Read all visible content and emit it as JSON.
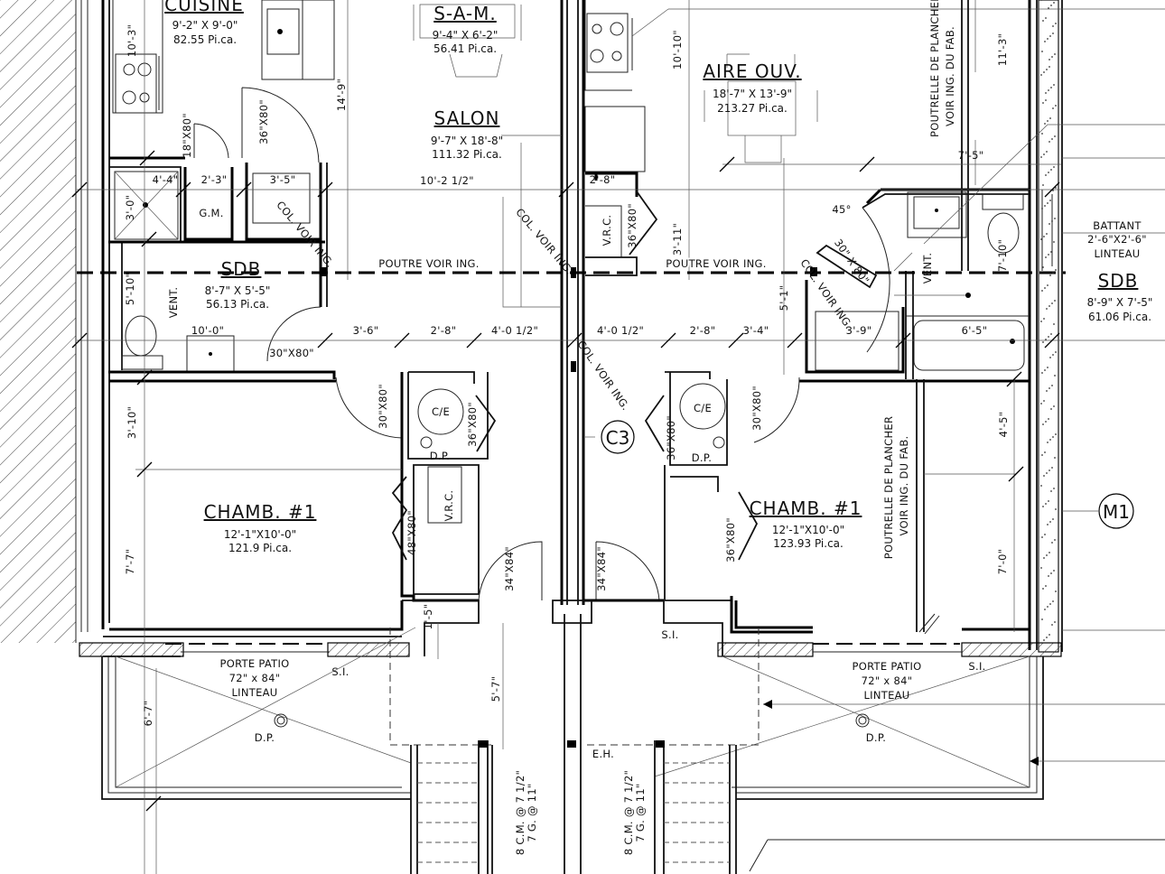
{
  "left_unit": {
    "kitchen": {
      "name": "CUISINE",
      "dims": "9'-2\" X 9'-0\"",
      "area": "82.55 Pi.ca."
    },
    "dining": {
      "name": "S-A-M.",
      "dims": "9'-4\" X 6'-2\"",
      "area": "56.41 Pi.ca."
    },
    "living": {
      "name": "SALON",
      "dims": "9'-7\" X 18'-8\"",
      "area": "111.32 Pi.ca."
    },
    "bathroom": {
      "name": "SDB",
      "dims": "8'-7\" X 5'-5\"",
      "area": "56.13 Pi.ca."
    },
    "bedroom": {
      "name": "CHAMB. #1",
      "dims": "12'-1\"X10'-0\"",
      "area": "121.9 Pi.ca."
    },
    "labels": {
      "gm": "G.M.",
      "ce": "C/E",
      "dp_closet": "D.P.",
      "vrc": "V.R.C.",
      "vent": "VENT.",
      "col1": "COL. VOIR ING.",
      "col2": "COL. VOIR ING.",
      "beam": "POUTRE VOIR ING.",
      "patio_door": "PORTE PATIO",
      "patio_size": "72\" x 84\"",
      "lintel": "LINTEAU",
      "si": "S.I.",
      "dp_deck": "D.P.",
      "stairs_1": "8 C.M. @ 7 1/2\"",
      "stairs_2": "7 G. @ 11\""
    },
    "dimensions": {
      "d10_3": "10'-3\"",
      "d18x80": "18\"X80\"",
      "d36x80_a": "36\"X80\"",
      "d14_9": "14'-9\"",
      "d10_2": "10'-2 1/2\"",
      "d4_4": "4'-4\"",
      "d2_3": "2'-3\"",
      "d3_5": "3'-5\"",
      "d3_0": "3'-0\"",
      "d5_10": "5'-10\"",
      "d10_0": "10'-0\"",
      "d30x80_a": "30\"X80\"",
      "d3_6": "3'-6\"",
      "d2_8": "2'-8\"",
      "d4_0": "4'-0 1/2\"",
      "d30x80_b": "30\"X80\"",
      "d36x80_b": "36\"X80\"",
      "d48x80": "48\"X80\"",
      "d34x84": "34\"X84\"",
      "d3_10": "3'-10\"",
      "d7_7": "7'-7\"",
      "d1_5": "1'-5\"",
      "d5_7": "5'-7\"",
      "d6_7": "6'-7\""
    }
  },
  "right_unit": {
    "open_area": {
      "name": "AIRE OUV.",
      "dims": "18'-7\" X 13'-9\"",
      "area": "213.27 Pi.ca."
    },
    "bathroom": {
      "name": "SDB",
      "dims": "8'-9\" X 7'-5\"",
      "area": "61.06 Pi.ca."
    },
    "bedroom": {
      "name": "CHAMB. #1",
      "dims": "12'-1\"X10'-0\"",
      "area": "123.93 Pi.ca."
    },
    "labels": {
      "joist_top_1": "POUTRELLE DE PLANCHER",
      "joist_top_2": "VOIR ING. DU FAB.",
      "joist_1": "POUTRELLE DE PLANCHER",
      "joist_2": "VOIR ING. DU FAB.",
      "vrc": "V.R.C.",
      "beam": "POUTRE VOIR ING.",
      "vent": "VENT.",
      "col1": "COL. VOIR ING.",
      "col2": "COL. VOIR ING.",
      "window_1": "BATTANT",
      "window_2": "2'-6\"X2'-6\"",
      "window_3": "LINTEAU",
      "ce": "C/E",
      "dp_closet": "D.P.",
      "si_1": "S.I.",
      "si_2": "S.I.",
      "patio_door": "PORTE PATIO",
      "patio_size": "72\" x 84\"",
      "lintel": "LINTEAU",
      "dp_deck": "D.P.",
      "eh": "E.H.",
      "stairs_1": "8 C.M. @ 7 1/2\"",
      "stairs_2": "7 G. @ 11\""
    },
    "dimensions": {
      "d10_10": "10'-10\"",
      "d11_3": "11'-3\"",
      "d7_5": "7'-5\"",
      "d2_8_top": "2'-8\"",
      "d36x80_a": "36\"X80\"",
      "d3_11": "3'-11\"",
      "d45": "45°",
      "d30x80_diag": "30\" X 80\"",
      "d7_10": "7'-10\"",
      "d5_1": "5'-1\"",
      "d4_0": "4'-0 1/2\"",
      "d2_8": "2'-8\"",
      "d3_4": "3'-4\"",
      "d3_9": "3'-9\"",
      "d6_5": "6'-5\"",
      "d36x80_b": "36\"X80\"",
      "d30x80": "30\"X80\"",
      "d36x80_c": "36\"X80\"",
      "d34x84": "34\"X84\"",
      "d4_5": "4'-5\"",
      "d7_0": "7'-0\""
    }
  },
  "markers": {
    "c3": "C3",
    "m1": "M1"
  }
}
